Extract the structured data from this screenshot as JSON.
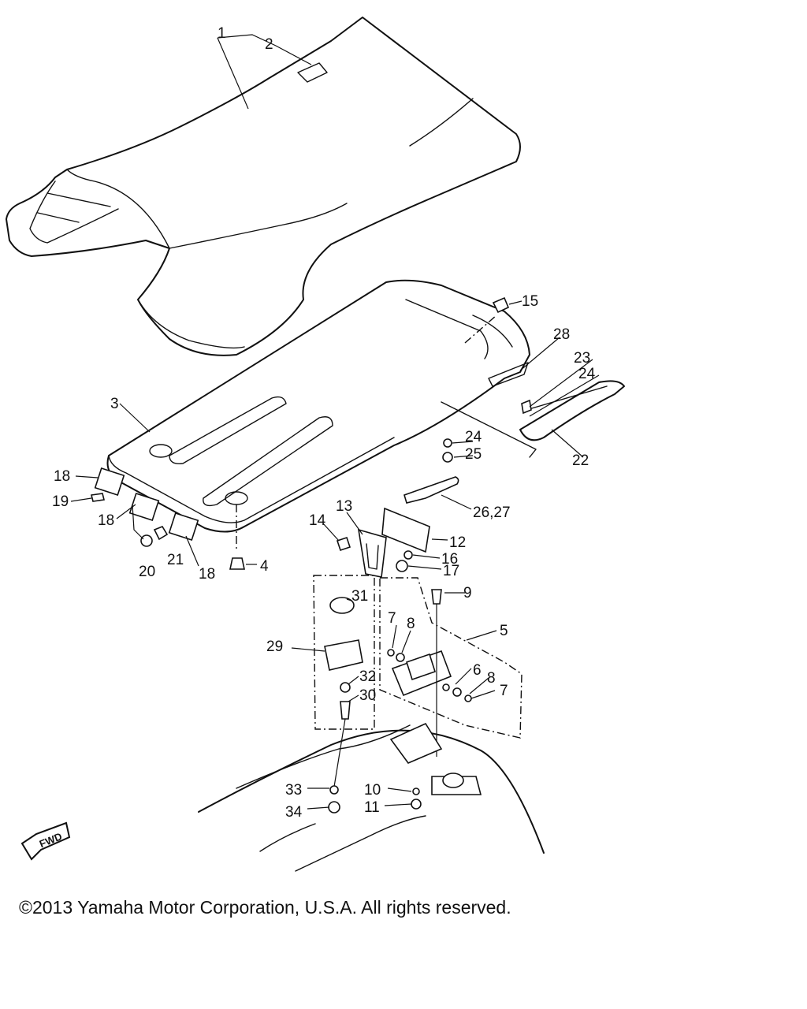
{
  "fwd_badge": "FWD",
  "copyright": "©2013 Yamaha Motor Corporation, U.S.A. All rights reserved.",
  "parts": [
    {
      "id": "p1",
      "label": "1"
    },
    {
      "id": "p2",
      "label": "2"
    },
    {
      "id": "p3",
      "label": "3"
    },
    {
      "id": "p4",
      "label": "4"
    },
    {
      "id": "p5",
      "label": "5"
    },
    {
      "id": "p6",
      "label": "6"
    },
    {
      "id": "p7a",
      "label": "7"
    },
    {
      "id": "p7b",
      "label": "7"
    },
    {
      "id": "p8a",
      "label": "8"
    },
    {
      "id": "p8b",
      "label": "8"
    },
    {
      "id": "p9",
      "label": "9"
    },
    {
      "id": "p10",
      "label": "10"
    },
    {
      "id": "p11",
      "label": "11"
    },
    {
      "id": "p12",
      "label": "12"
    },
    {
      "id": "p13",
      "label": "13"
    },
    {
      "id": "p14",
      "label": "14"
    },
    {
      "id": "p15",
      "label": "15"
    },
    {
      "id": "p16",
      "label": "16"
    },
    {
      "id": "p17",
      "label": "17"
    },
    {
      "id": "p18a",
      "label": "18"
    },
    {
      "id": "p18b",
      "label": "18"
    },
    {
      "id": "p18c",
      "label": "18"
    },
    {
      "id": "p19",
      "label": "19"
    },
    {
      "id": "p20",
      "label": "20"
    },
    {
      "id": "p21",
      "label": "21"
    },
    {
      "id": "p22",
      "label": "22"
    },
    {
      "id": "p23",
      "label": "23"
    },
    {
      "id": "p24a",
      "label": "24"
    },
    {
      "id": "p24b",
      "label": "24"
    },
    {
      "id": "p25",
      "label": "25"
    },
    {
      "id": "p26",
      "label": "26,27"
    },
    {
      "id": "p28",
      "label": "28"
    },
    {
      "id": "p29",
      "label": "29"
    },
    {
      "id": "p30",
      "label": "30"
    },
    {
      "id": "p31",
      "label": "31"
    },
    {
      "id": "p32",
      "label": "32"
    },
    {
      "id": "p33",
      "label": "33"
    },
    {
      "id": "p34",
      "label": "34"
    }
  ]
}
